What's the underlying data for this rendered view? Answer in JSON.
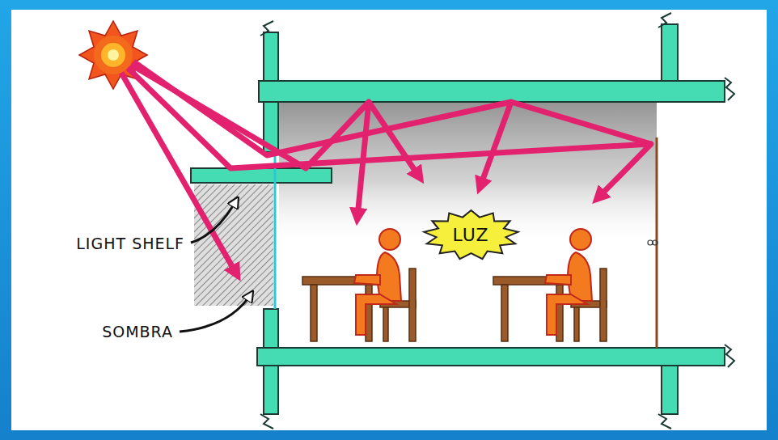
{
  "diagram": {
    "nodes": [
      {
        "text": [
          "LUZ"
        ]
      }
    ],
    "labels": [
      "LIGHT SHELF",
      "SOMBRA"
    ]
  }
}
